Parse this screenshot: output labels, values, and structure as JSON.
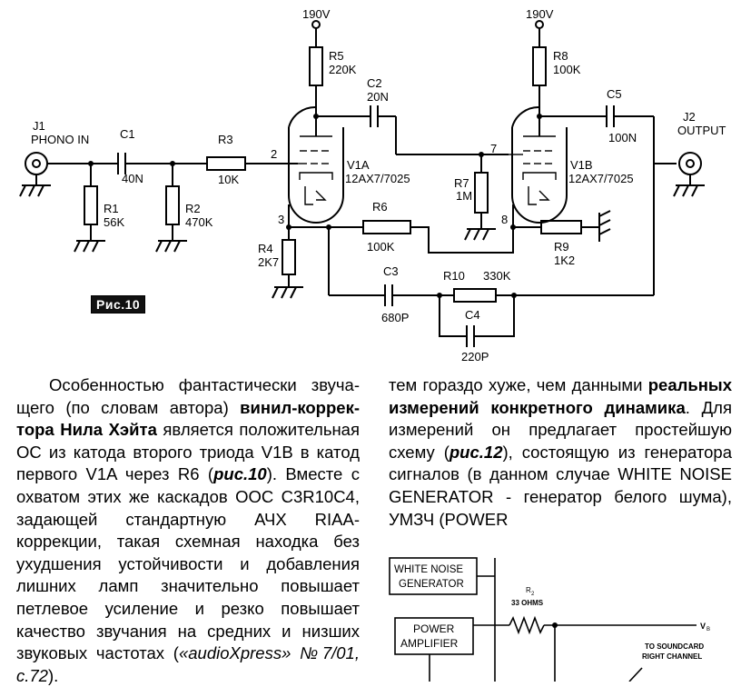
{
  "figure10": {
    "badge": "Рис.10",
    "labels": {
      "v190_left": "190V",
      "v190_right": "190V",
      "r5": "R5",
      "r5_val": "220K",
      "c2": "C2",
      "c2_val": "20N",
      "r8": "R8",
      "r8_val": "100K",
      "c5": "C5",
      "c5_val": "100N",
      "j1": "J1",
      "j1_name": "PHONO IN",
      "c1": "C1",
      "c1_val": "40N",
      "r3": "R3",
      "r3_val": "10K",
      "pin2": "2",
      "v1a": "V1A",
      "v1a_type": "12AX7/7025",
      "pin7": "7",
      "v1b": "V1B",
      "v1b_type": "12AX7/7025",
      "j2": "J2",
      "j2_name": "OUTPUT",
      "r1": "R1",
      "r1_val": "56K",
      "r2": "R2",
      "r2_val": "470K",
      "r7": "R7",
      "r7_val": "1M",
      "pin3": "3",
      "pin8": "8",
      "r6": "R6",
      "r6_val": "100K",
      "r4": "R4",
      "r4_val": "2K7",
      "r9": "R9",
      "r9_val": "1K2",
      "c3": "C3",
      "c3_val": "680P",
      "r10": "R10",
      "r10_val": "330K",
      "c4": "C4",
      "c4_val": "220P"
    }
  },
  "text": {
    "left_col_html": "Особенностью фантастически звуча­щего (по словам автора) <b>винил-коррек­тора Нила Хэйта</b> является положитель­ная ОС из катода второго триода V1B в катод первого V1A через R6 (<b><i>рис.10</i></b>). Вместе с охватом этих же каскадов ООС C3R10C4, задающей стандартную АЧХ RIAA-коррекции, такая схемная находка без ухудшения устойчивости и добавле­ния лишних ламп значительно повыша­ет петлевое усиление и резко повышает качество звучания на средних и низших звуковых частотах (<i>«audioXpress» №7/01, с.72</i>).",
    "right_col_html": "тем гораздо хуже, чем данными <b>реаль­ных измерений конкретного динами­ка</b>. Для измерений он предлагает про­стейшую схему (<b><i>рис.12</i></b>), состоящую из генератора сигналов (в данном случае WHITE NOISE GENERATOR - генератор белого шума), УМЗЧ (POWER"
  },
  "figure12": {
    "generator_line1": "WHITE NOISE",
    "generator_line2": "GENERATOR",
    "amp_line1": "POWER",
    "amp_line2": "AMPLIFIER",
    "r2": "R",
    "r2_sub": "2",
    "r2_val": "33 OHMS",
    "vb": "V",
    "vb_sub": "B",
    "soundcard_line1": "TO SOUNDCARD",
    "soundcard_line2": "RIGHT CHANNEL"
  }
}
